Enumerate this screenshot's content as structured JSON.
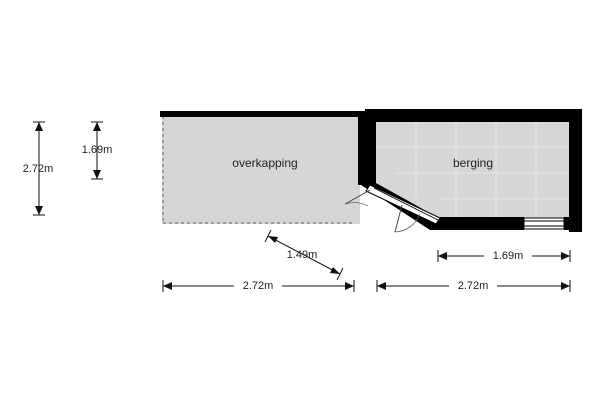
{
  "rooms": {
    "overkapping": "overkapping",
    "berging": "berging"
  },
  "dimensions": {
    "left_vertical": "2.72m",
    "inner_vertical": "1.69m",
    "diagonal": "1.49m",
    "bottom_left": "2.72m",
    "bottom_right": "2.72m",
    "berging_width": "1.69m"
  },
  "colors": {
    "wall": "#000000",
    "floor": "#d6d6d6",
    "tile_line": "#e6e6e6",
    "dashed_edge": "#8a8a8a",
    "dimension_line": "#111111"
  }
}
